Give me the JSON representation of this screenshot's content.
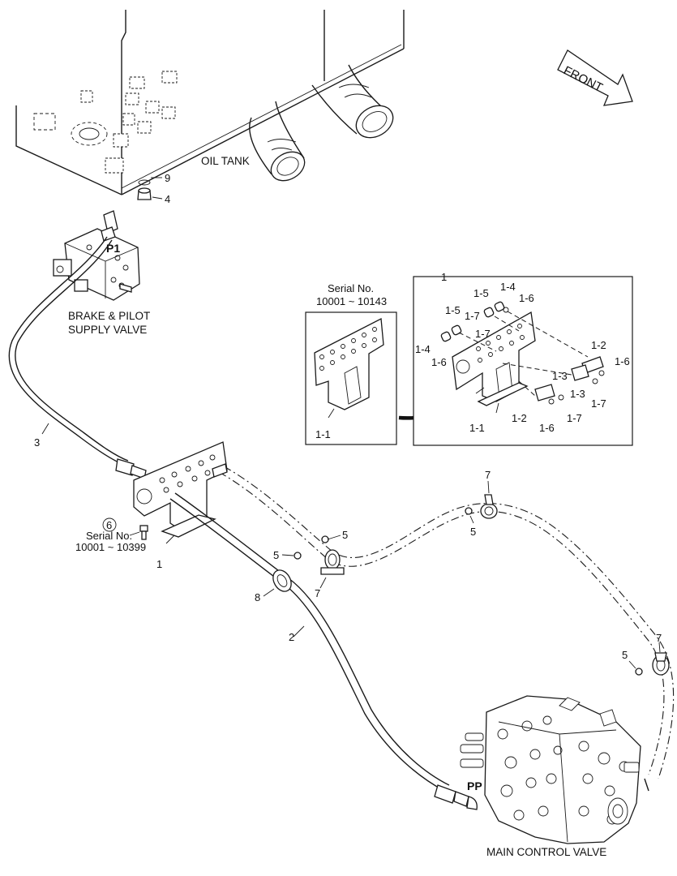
{
  "labels": {
    "oil_tank": "OIL TANK",
    "front": "FRONT",
    "brake_pilot_line1": "BRAKE & PILOT",
    "brake_pilot_line2": "SUPPLY VALVE",
    "main_control_valve": "MAIN CONTROL VALVE",
    "port_p1": "P1",
    "port_pp": "PP"
  },
  "serials": {
    "inset_title": "Serial No.",
    "inset_range": "10001 ~ 10143",
    "part6_title": "Serial No.",
    "part6_range": "10001 ~ 10399"
  },
  "callouts": {
    "c9": "9",
    "c4": "4",
    "c3": "3",
    "c6": "6",
    "c1_bracket": "1",
    "c8": "8",
    "c2": "2",
    "c5_a": "5",
    "c5_b": "5",
    "c7_a": "7",
    "c7_b": "7",
    "c5_c": "5",
    "c7_c": "7",
    "c5_d": "5"
  },
  "inset_serial": {
    "part": "1-1"
  },
  "inset_detail": {
    "assembly": "1",
    "p15_a": "1-5",
    "p14_a": "1-4",
    "p16_a": "1-6",
    "p15_b": "1-5",
    "p17_a": "1-7",
    "p17_b": "1-7",
    "p14_b": "1-4",
    "p16_b": "1-6",
    "p12_a": "1-2",
    "p16_c": "1-6",
    "p13_a": "1-3",
    "p13_b": "1-3",
    "p17_c": "1-7",
    "p12_b": "1-2",
    "p17_d": "1-7",
    "p16_d": "1-6",
    "p11": "1-1"
  }
}
